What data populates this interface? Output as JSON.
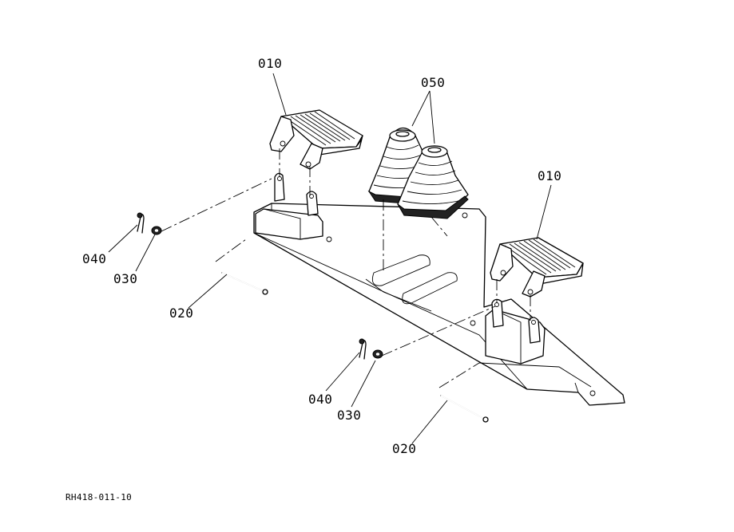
{
  "diagram": {
    "drawing_code": "RH418-011-10",
    "callouts": [
      {
        "id": "010-left",
        "label": "010"
      },
      {
        "id": "010-right",
        "label": "010"
      },
      {
        "id": "050",
        "label": "050"
      },
      {
        "id": "040-upper",
        "label": "040"
      },
      {
        "id": "030-upper",
        "label": "030"
      },
      {
        "id": "020-upper",
        "label": "020"
      },
      {
        "id": "040-lower",
        "label": "040"
      },
      {
        "id": "030-lower",
        "label": "030"
      },
      {
        "id": "020-lower",
        "label": "020"
      }
    ],
    "colors": {
      "line": "#000000",
      "background": "#ffffff"
    }
  }
}
